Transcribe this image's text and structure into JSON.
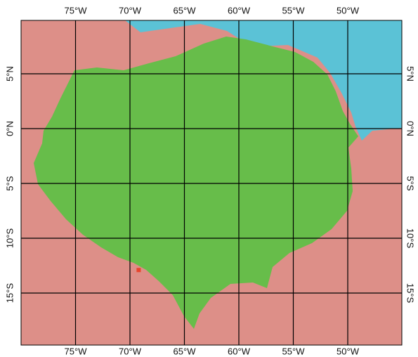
{
  "map": {
    "colors": {
      "ocean": "#5bc2d6",
      "land": "#dd8f88",
      "forest": "#67bd4a",
      "marker": "#e8442c",
      "grid": "#000000"
    },
    "longitudes": [
      {
        "deg": -75,
        "label": "75°W"
      },
      {
        "deg": -70,
        "label": "70°W"
      },
      {
        "deg": -65,
        "label": "65°W"
      },
      {
        "deg": -60,
        "label": "60°W"
      },
      {
        "deg": -55,
        "label": "55°W"
      },
      {
        "deg": -50,
        "label": "50°W"
      }
    ],
    "latitudes": [
      {
        "deg": 5,
        "label": "5°N"
      },
      {
        "deg": 0,
        "label": "0°N"
      },
      {
        "deg": -5,
        "label": "5°S"
      },
      {
        "deg": -10,
        "label": "10°S"
      },
      {
        "deg": -15,
        "label": "15°S"
      }
    ],
    "marker": {
      "lon": -69.2,
      "lat": -12.9
    }
  }
}
